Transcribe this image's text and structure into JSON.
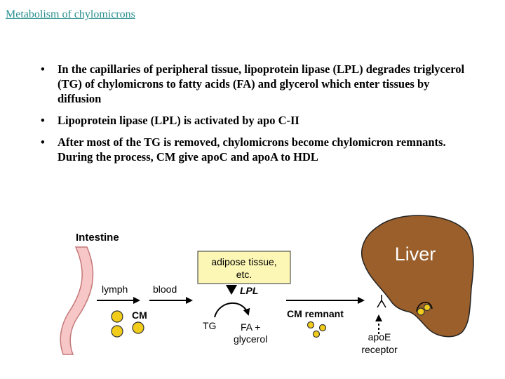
{
  "header": {
    "title_link": "Metabolism of chylomicrons"
  },
  "bullets": [
    "In the capillaries of peripheral tissue, lipoprotein lipase (LPL) degrades triglycerol (TG) of chylomicrons to fatty acids (FA) and glycerol which enter tissues by diffusion",
    "Lipoprotein lipase (LPL) is activated by apo C-II",
    "After most of the TG is removed, chylomicrons become chylomicron remnants. During the process, CM give apoC and apoA to HDL"
  ],
  "bullet_symbol": "•",
  "diagram": {
    "intestine_label": "Intestine",
    "adipose_line1": "adipose tissue,",
    "adipose_line2": "etc.",
    "lpl_label": "LPL",
    "lymph_label": "lymph",
    "blood_label": "blood",
    "cm_label": "CM",
    "tg_label": "TG",
    "fa_line1": "FA +",
    "fa_line2": "glycerol",
    "cm_remnant_label": "CM remnant",
    "liver_label": "Liver",
    "apoe_line1": "apoE",
    "apoe_line2": "receptor"
  },
  "colors": {
    "link": "#2a8f8f",
    "liver_fill": "#9a5f2b",
    "intestine_fill": "#f7c6c6",
    "adipose_fill": "#fdf7b5",
    "particle_fill": "#f2cc1a"
  }
}
